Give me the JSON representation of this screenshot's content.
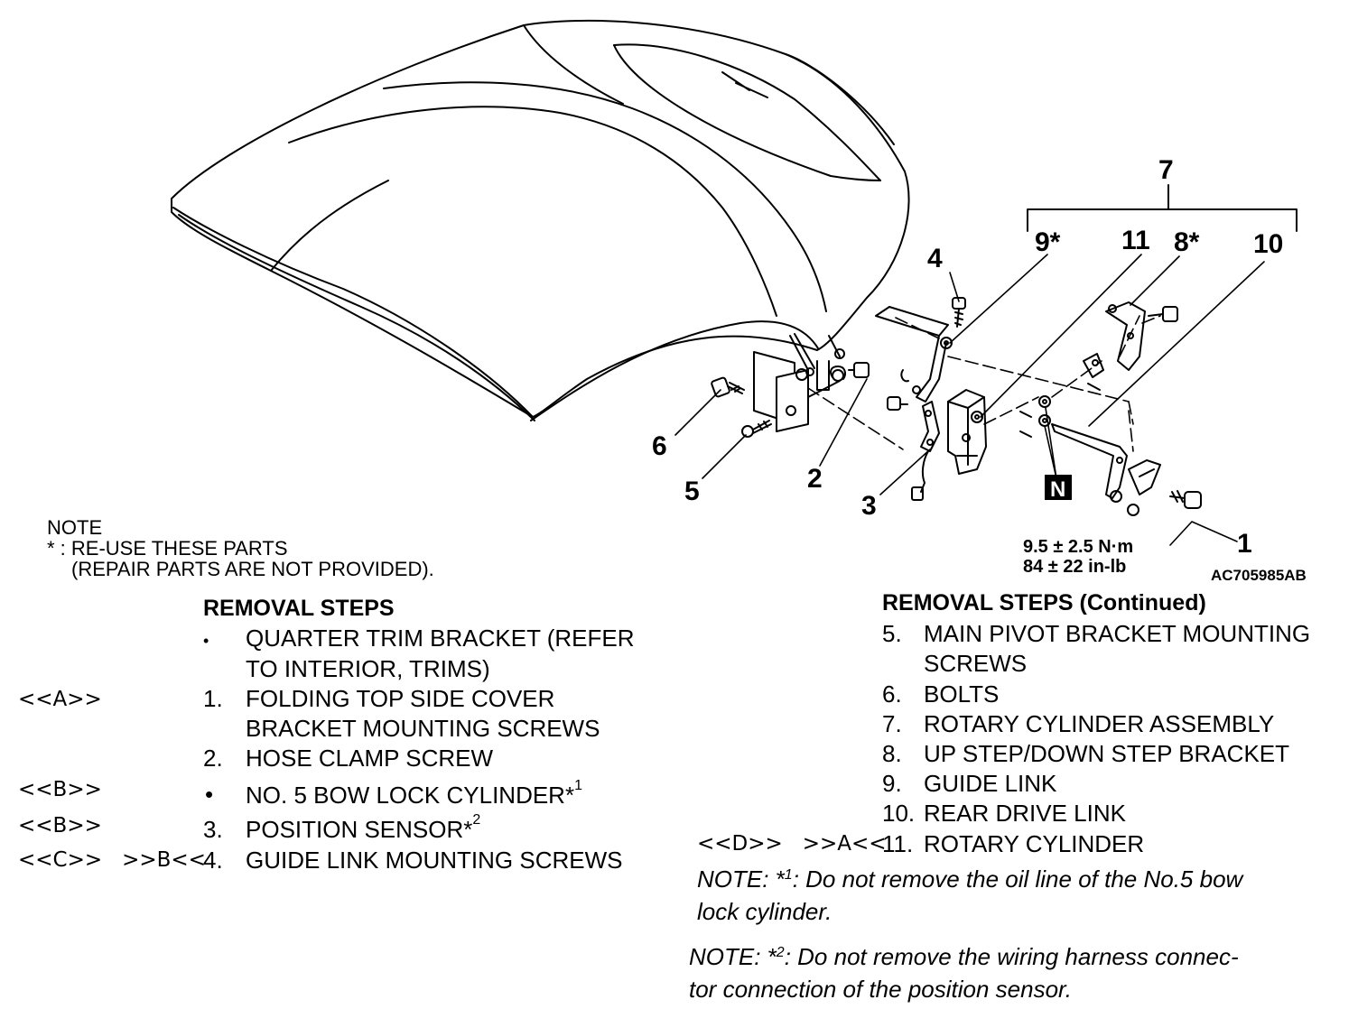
{
  "callouts": {
    "c1": "1",
    "c2": "2",
    "c3": "3",
    "c4": "4",
    "c5": "5",
    "c6": "6",
    "c7": "7",
    "c8": "8*",
    "c9": "9*",
    "c10": "10",
    "c11": "11",
    "n_badge": "N"
  },
  "torque": {
    "nm": "9.5 ± 2.5 N·m",
    "inlb": "84 ± 22 in-lb"
  },
  "figure_ref": "AC705985AB",
  "note": {
    "line1": "NOTE",
    "line2": "* : RE-USE THESE PARTS",
    "line3": "(REPAIR PARTS ARE NOT PROVIDED)."
  },
  "removal_left": {
    "header": "REMOVAL STEPS",
    "steps": [
      {
        "code": "",
        "num": "•",
        "text": [
          "QUARTER TRIM BRACKET (REFER",
          "TO INTERIOR, TRIMS)"
        ]
      },
      {
        "code": "<<A>>",
        "num": "1.",
        "text": [
          "FOLDING TOP SIDE COVER",
          "BRACKET MOUNTING SCREWS"
        ]
      },
      {
        "code": "",
        "num": "2.",
        "text": [
          "HOSE CLAMP SCREW"
        ]
      },
      {
        "code": "<<B>>",
        "num": "•",
        "text": [
          "NO. 5 BOW LOCK CYLINDER*"
        ],
        "sup": "1"
      },
      {
        "code": "<<B>>",
        "num": "3.",
        "text": [
          "POSITION SENSOR*"
        ],
        "sup": "2"
      },
      {
        "code": "<<C>>   >>B<<",
        "num": "4.",
        "text": [
          "GUIDE LINK MOUNTING SCREWS"
        ]
      }
    ]
  },
  "removal_right": {
    "header": "REMOVAL STEPS (Continued)",
    "steps": [
      {
        "code": "",
        "num": "5.",
        "text": [
          "MAIN PIVOT BRACKET MOUNTING",
          "SCREWS"
        ]
      },
      {
        "code": "",
        "num": "6.",
        "text": [
          "BOLTS"
        ]
      },
      {
        "code": "",
        "num": "7.",
        "text": [
          "ROTARY CYLINDER ASSEMBLY"
        ]
      },
      {
        "code": "",
        "num": "8.",
        "text": [
          "UP STEP/DOWN STEP BRACKET"
        ]
      },
      {
        "code": "",
        "num": "9.",
        "text": [
          "GUIDE LINK"
        ]
      },
      {
        "code": "",
        "num": "10.",
        "text": [
          "REAR DRIVE LINK"
        ]
      },
      {
        "code": "<<D>>   >>A<<",
        "num": "11.",
        "text": [
          "ROTARY CYLINDER"
        ]
      }
    ]
  },
  "notes_bottom": {
    "n1_pre": "NOTE: *",
    "n1_sup": "1",
    "n1_rest": ": Do not remove the oil line of the No.5 bow",
    "n1_line2": "lock cylinder.",
    "n2_pre": "NOTE: *",
    "n2_sup": "2",
    "n2_rest": ": Do not remove the wiring harness connec-",
    "n2_line2": "tor connection of the position sensor."
  }
}
